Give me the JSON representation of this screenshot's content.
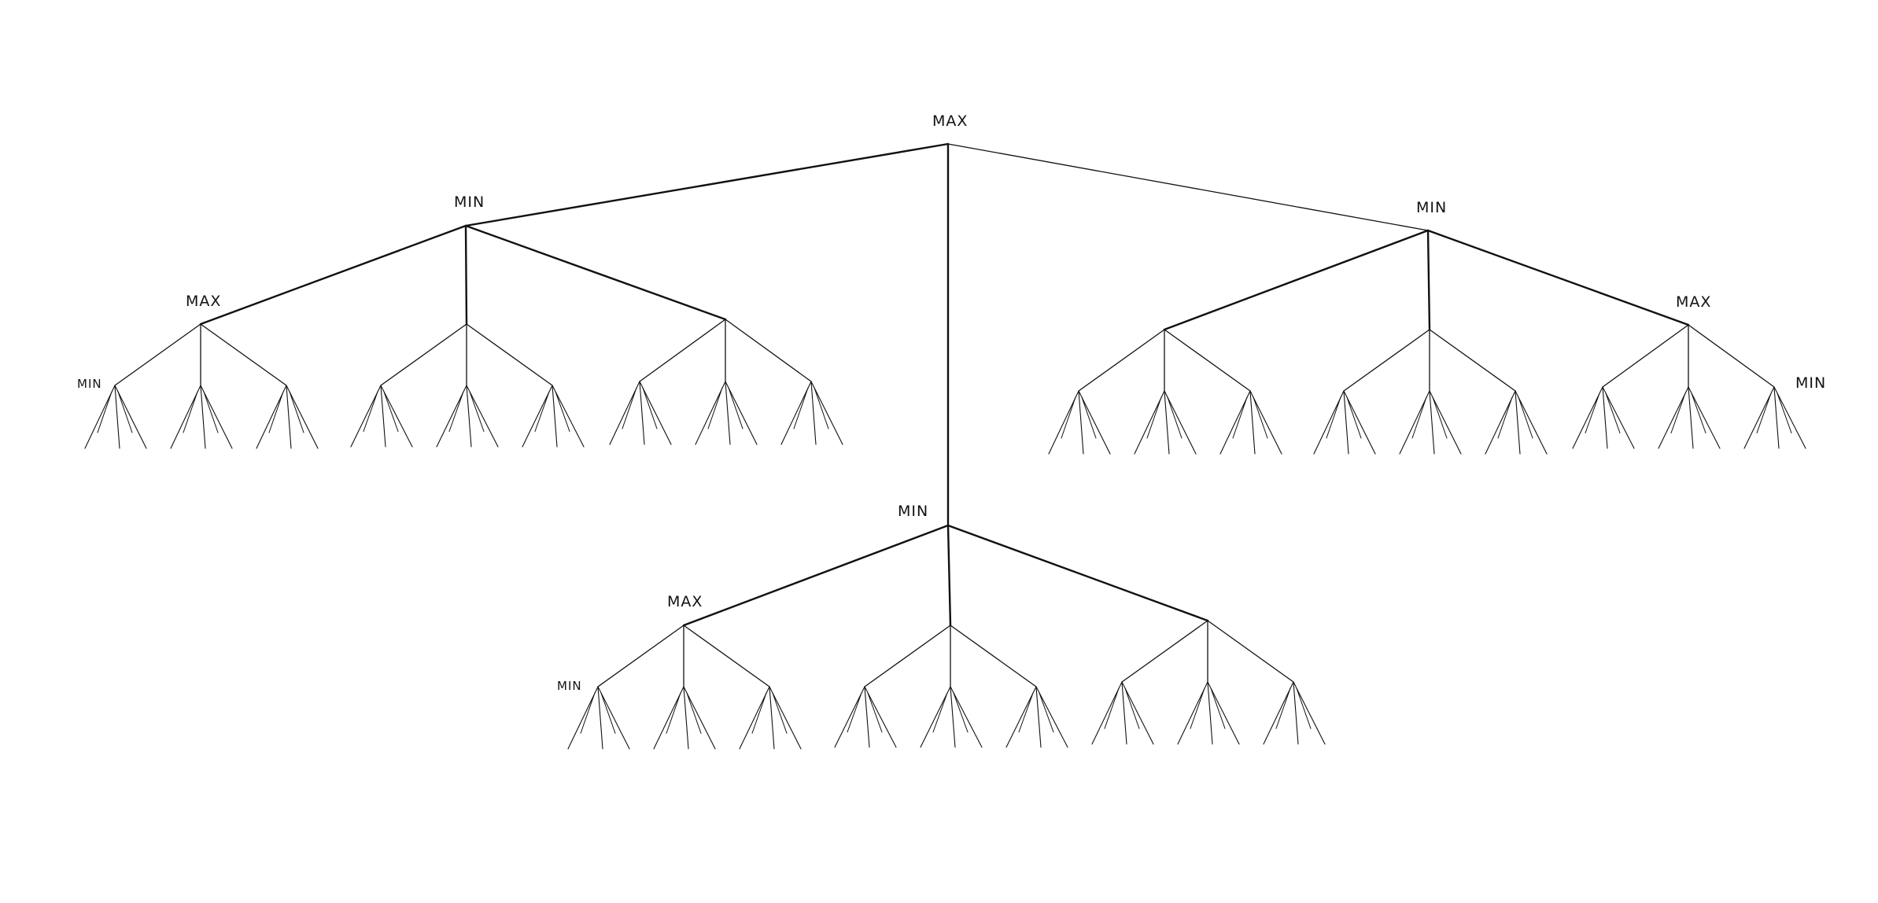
{
  "diagram": {
    "type": "game-tree",
    "line_color": "#111111",
    "background": "#ffffff",
    "labels": {
      "root": "MAX",
      "left_min": "MIN",
      "left_max": "MAX",
      "left_leaf_min": "MIN",
      "center_min": "MIN",
      "center_max": "MAX",
      "center_leaf_min": "MIN",
      "right_min": "MIN",
      "right_max": "MAX",
      "right_leaf_min": "MIN"
    },
    "structure": {
      "root_children": 3,
      "branching_factor": 3,
      "max_depth_levels": [
        "MAX",
        "MIN",
        "MAX",
        "MIN",
        "leaf"
      ]
    }
  }
}
